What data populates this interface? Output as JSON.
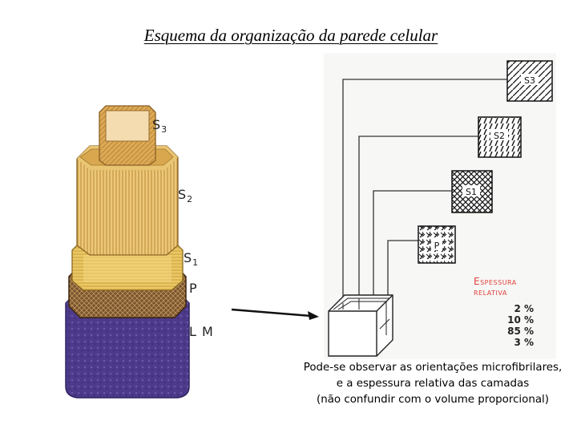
{
  "title": "Esquema da organização da parede celular",
  "cell_layers": {
    "s3": {
      "main": "S",
      "sub": "3"
    },
    "s2": {
      "main": "S",
      "sub": "2"
    },
    "s1": {
      "main": "S",
      "sub": "1"
    },
    "p": "P",
    "lm": "L M"
  },
  "box_labels": {
    "s3": "S3",
    "s2": "S2",
    "s1": "S1",
    "p": "P"
  },
  "thickness": {
    "heading_line1": "Espessura",
    "heading_line2": "relativa",
    "values": [
      "2 %",
      "10 %",
      "85 %",
      "3 %"
    ]
  },
  "caption": {
    "line1": "Pode-se observar as orientações microfibrilares,",
    "line2": "e a espessura relativa das camadas",
    "line3": "(não confundir com o volume proporcional)"
  },
  "colors": {
    "lm": "#4a3a86",
    "p": "#6e4a26",
    "s1": "#e8c25a",
    "s2": "#e0b25c",
    "s3": "#d8a44a",
    "accent": "#e0403a"
  }
}
